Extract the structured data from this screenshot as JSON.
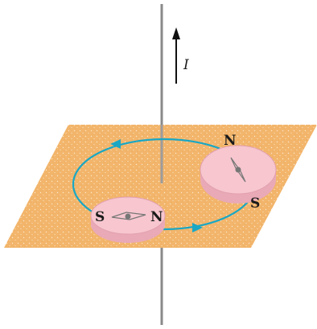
{
  "current_label": "I",
  "compass_left": {
    "south_label": "S",
    "north_label": "N"
  },
  "compass_right": {
    "north_label": "N",
    "south_label": "S"
  },
  "colors": {
    "plane": "#f2b56b",
    "plane_speckle": "#fde6c8",
    "wire": "#8a8a8a",
    "field_line": "#1aa7c4",
    "compass_top": "#f7c6cf",
    "compass_side": "#e9a9b6",
    "needle": "#777777"
  }
}
